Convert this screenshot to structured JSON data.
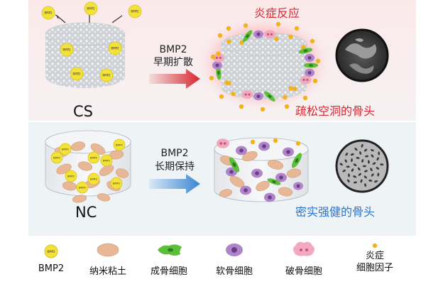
{
  "top": {
    "scaffold_label": "CS",
    "arrow_line1": "BMP2",
    "arrow_line2": "早期扩散",
    "inflammation_label": "炎症反应",
    "result_label": "疏松空洞的骨头",
    "bmp_badge": "BMP2"
  },
  "bottom": {
    "scaffold_label": "NC",
    "arrow_line1": "BMP2",
    "arrow_line2": "长期保持",
    "result_label": "密实强健的骨头",
    "bmp_badge": "BMP2"
  },
  "legend": {
    "items": [
      "BMP2",
      "纳米粘土",
      "成骨细胞",
      "软骨细胞",
      "破骨细胞",
      "炎症\n细胞因子"
    ]
  },
  "colors": {
    "bmp": "#f3e23a",
    "nanoclay": "#e8b896",
    "osteoblast": "#5bbf3a",
    "chondrocyte": "#b084c8",
    "osteoclast": "#f2a8bf",
    "cytokine": "#f2b21c",
    "red_arrow": "#d9262e",
    "blue_arrow": "#3a86d4"
  }
}
